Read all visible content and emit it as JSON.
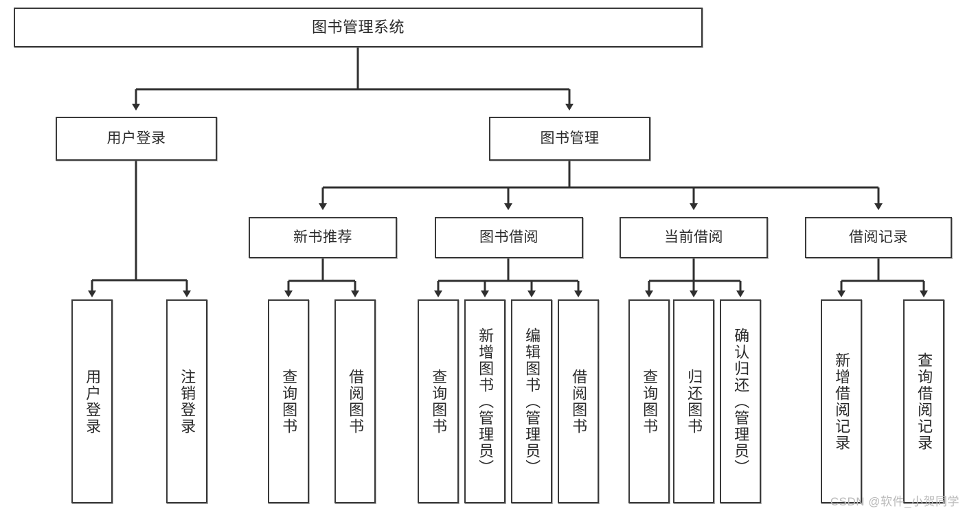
{
  "diagram": {
    "title": "图书管理系统",
    "type": "tree-hierarchy-diagram",
    "colors": {
      "box_border": "#3a3a3a",
      "box_fill": "#ffffff",
      "edge": "#2f2f2f",
      "text": "#2b2b2b",
      "watermark": "#b9b9b9"
    },
    "root": {
      "label": "图书管理系统"
    },
    "level2": [
      {
        "label": "用户登录"
      },
      {
        "label": "图书管理"
      }
    ],
    "level3": [
      {
        "label": "新书推荐"
      },
      {
        "label": "图书借阅"
      },
      {
        "label": "当前借阅"
      },
      {
        "label": "借阅记录"
      }
    ],
    "leaves": {
      "user_login": [
        {
          "label": "用户登录"
        },
        {
          "label": "注销登录"
        }
      ],
      "new_book_recommend": [
        {
          "label": "查询图书"
        },
        {
          "label": "借阅图书"
        }
      ],
      "book_borrow": [
        {
          "label": "查询图书"
        },
        {
          "label": "新增图书（管理员）"
        },
        {
          "label": "编辑图书（管理员）"
        },
        {
          "label": "借阅图书"
        }
      ],
      "current_borrow": [
        {
          "label": "查询图书"
        },
        {
          "label": "归还图书"
        },
        {
          "label": "确认归还（管理员）"
        }
      ],
      "borrow_record": [
        {
          "label": "新增借阅记录"
        },
        {
          "label": "查询借阅记录"
        }
      ]
    }
  },
  "watermark": {
    "text": "CSDN @软件_小贺同学"
  }
}
